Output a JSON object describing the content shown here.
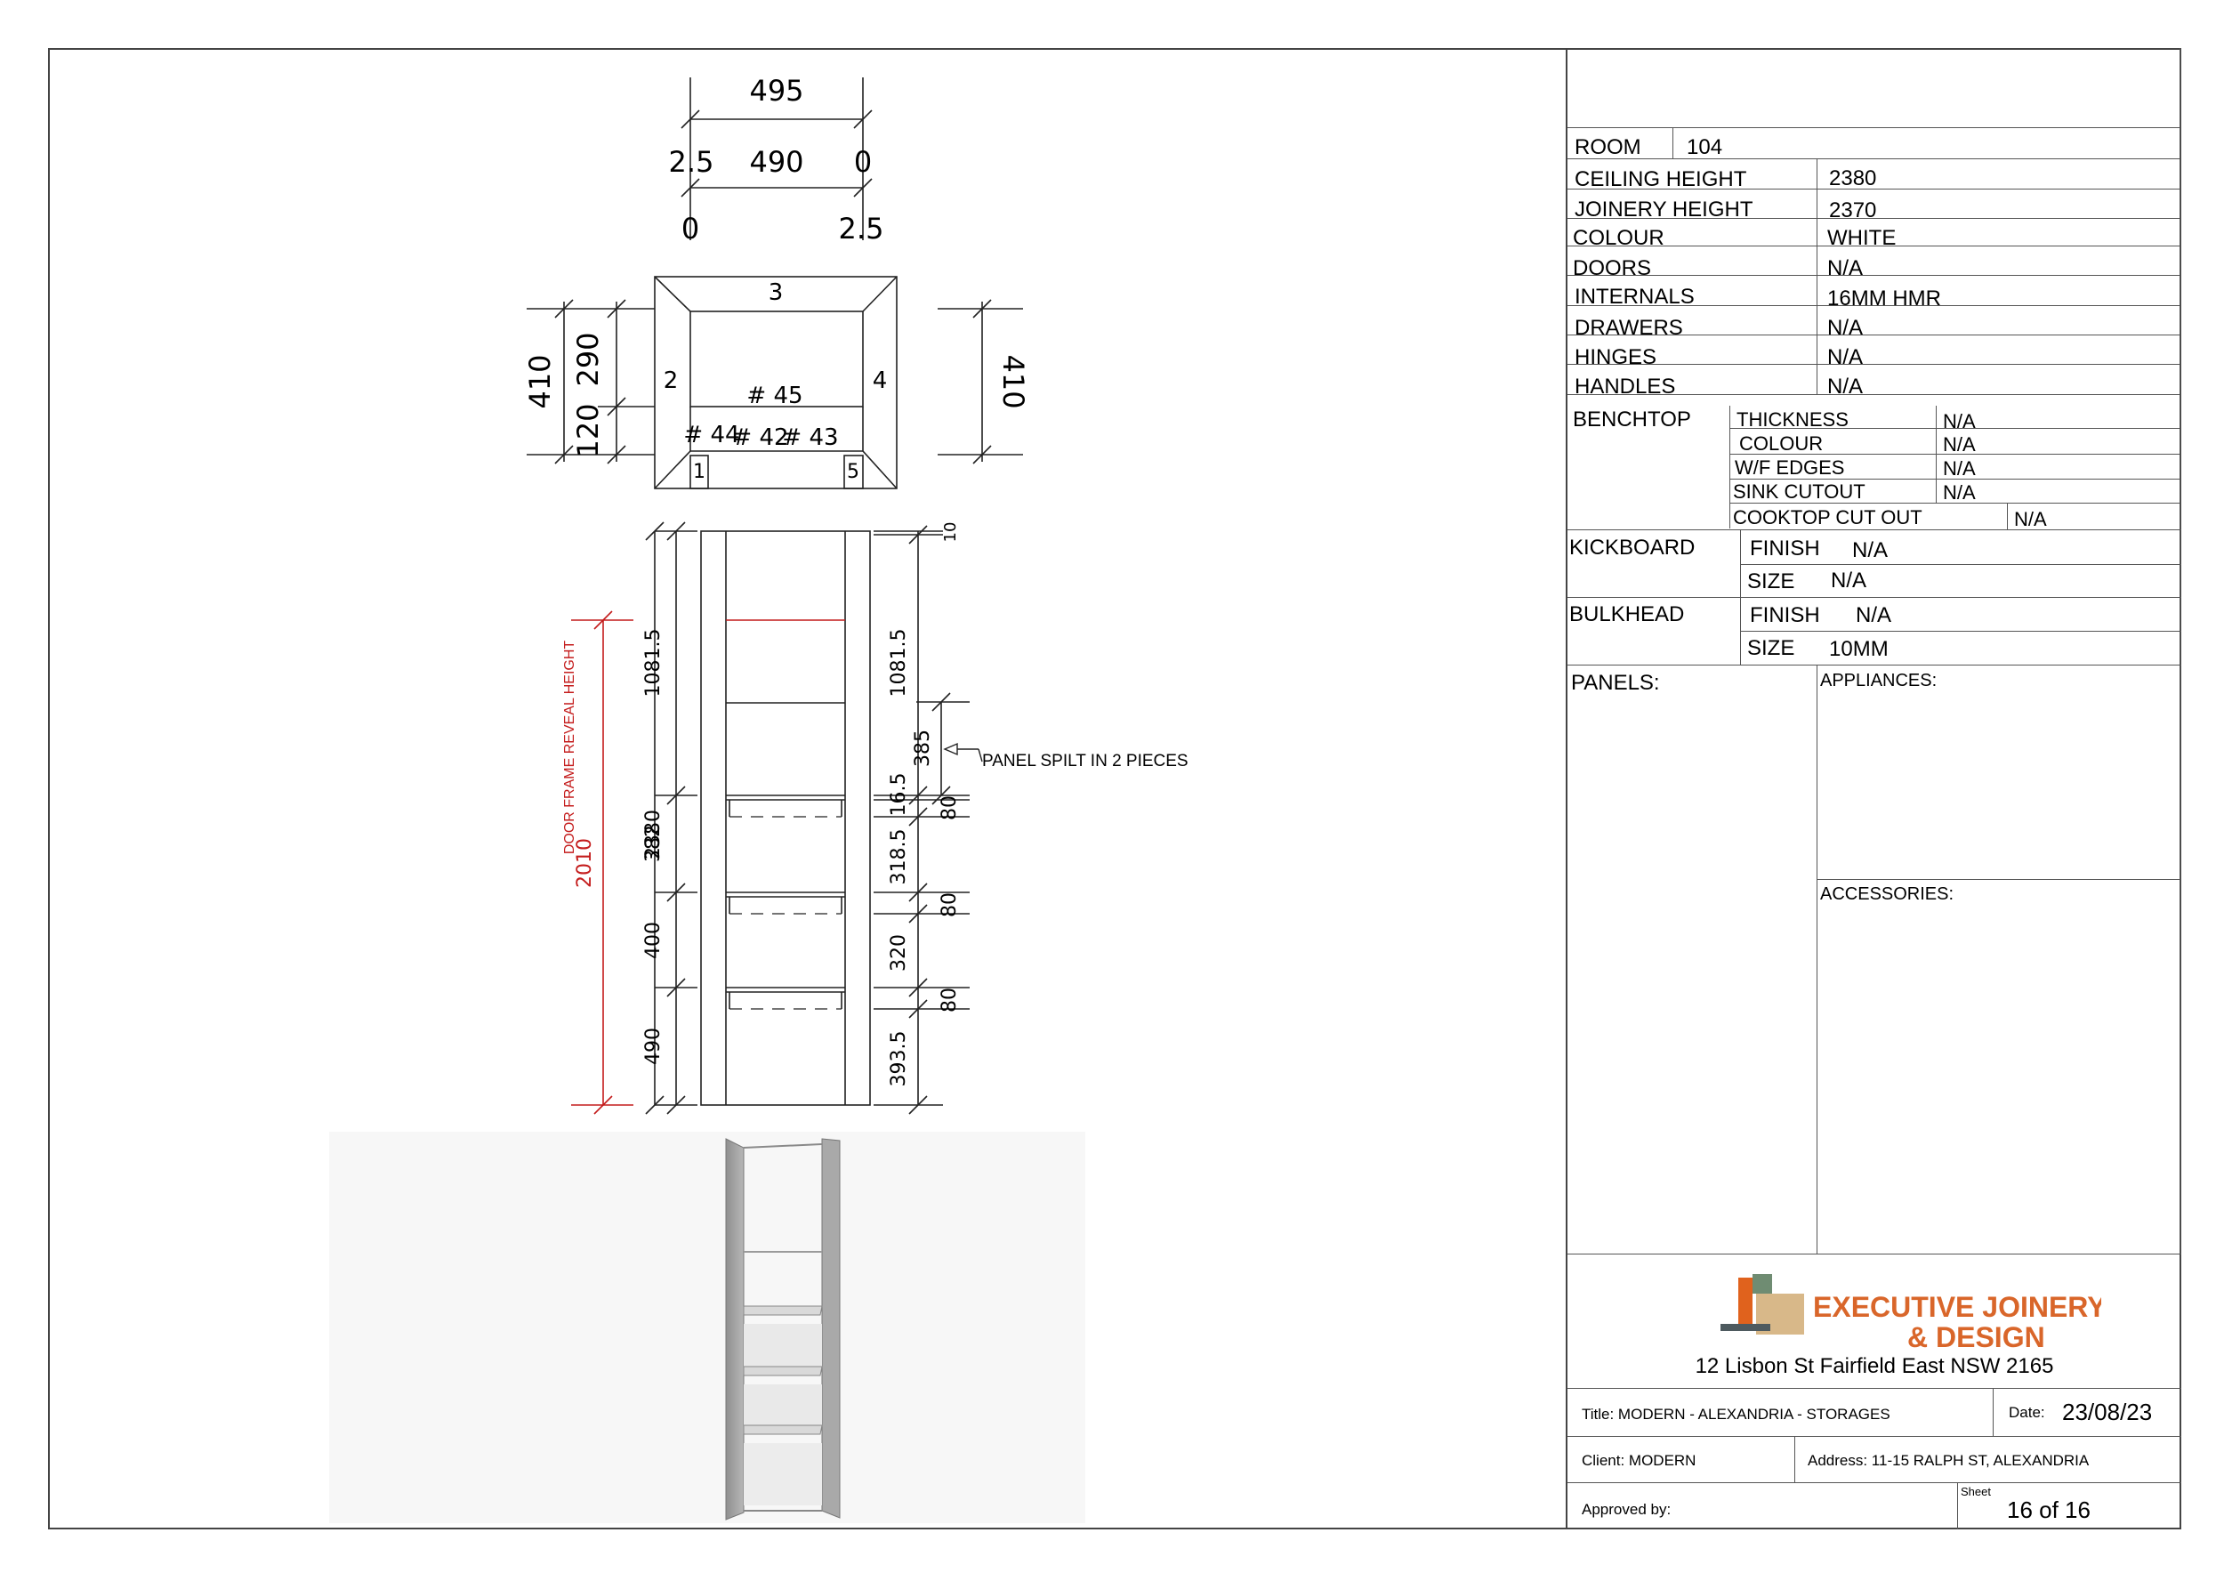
{
  "plan": {
    "top_overall": "495",
    "top_inner": "490",
    "top_left_offset": "2.5",
    "top_right_offset": "0",
    "bottom_left_offset": "0",
    "bottom_right_offset": "2.5",
    "left_total": "410",
    "left_upper": "290",
    "left_lower": "120",
    "right_total": "410",
    "panel_3": "3",
    "panel_2": "2",
    "panel_4": "4",
    "panel_1": "1",
    "panel_5": "5",
    "tag_45": "# 45",
    "tag_44": "# 44",
    "tag_42": "# 42",
    "tag_43": "# 43"
  },
  "elevation": {
    "door_frame_label": "DOOR FRAME REVEAL HEIGHT",
    "door_frame_value": "2010",
    "overall_height": "2380",
    "left_dims": [
      "1081.5",
      "382",
      "400",
      "490"
    ],
    "right_dims": [
      "10",
      "1081.5",
      "385",
      "16.5",
      "80",
      "318.5",
      "80",
      "320",
      "80",
      "393.5"
    ],
    "note": "PANEL SPILT IN 2 PIECES"
  },
  "schedule": {
    "room_label": "ROOM",
    "room_value": "104",
    "ceiling_label": "CEILING HEIGHT",
    "ceiling_value": "2380",
    "joinery_label": "JOINERY HEIGHT",
    "joinery_value": "2370",
    "colour_label": "COLOUR",
    "colour_value": "WHITE",
    "doors_label": "DOORS",
    "doors_value": "N/A",
    "internals_label": "INTERNALS",
    "internals_value": "16MM HMR",
    "drawers_label": "DRAWERS",
    "drawers_value": "N/A",
    "hinges_label": "HINGES",
    "hinges_value": "N/A",
    "handles_label": "HANDLES",
    "handles_value": "N/A",
    "benchtop_label": "BENCHTOP",
    "bt_thickness_label": "THICKNESS",
    "bt_thickness_value": "N/A",
    "bt_colour_label": "COLOUR",
    "bt_colour_value": "N/A",
    "bt_wf_label": "W/F EDGES",
    "bt_wf_value": "N/A",
    "bt_sink_label": "SINK CUTOUT",
    "bt_sink_value": "N/A",
    "bt_cooktop_label": "COOKTOP CUT OUT",
    "bt_cooktop_value": "N/A",
    "kick_label": "KICKBOARD",
    "kick_finish_label": "FINISH",
    "kick_finish_value": "N/A",
    "kick_size_label": "SIZE",
    "kick_size_value": "N/A",
    "bulk_label": "BULKHEAD",
    "bulk_finish_label": "FINISH",
    "bulk_finish_value": "N/A",
    "bulk_size_label": "SIZE",
    "bulk_size_value": "10MM",
    "panels_label": "PANELS:",
    "appliances_label": "APPLIANCES:",
    "accessories_label": "ACCESSORIES:"
  },
  "company": {
    "name_line1": "EXECUTIVE JOINERY",
    "name_line2": "& DESIGN",
    "address": "12 Lisbon St Fairfield East NSW 2165",
    "brand_color": "#d9662a",
    "logo_orange": "#e0621d",
    "logo_tan": "#d8b889",
    "logo_green": "#6f8c72",
    "logo_grey": "#4e5a5f"
  },
  "titleblock": {
    "title": "Title: MODERN - ALEXANDRIA - STORAGES",
    "date_label": "Date:",
    "date_value": "23/08/23",
    "client": "Client: MODERN",
    "address": "Address: 11-15 RALPH ST, ALEXANDRIA",
    "approved": "Approved by:",
    "sheet_label": "Sheet",
    "sheet_value": "16 of 16"
  }
}
